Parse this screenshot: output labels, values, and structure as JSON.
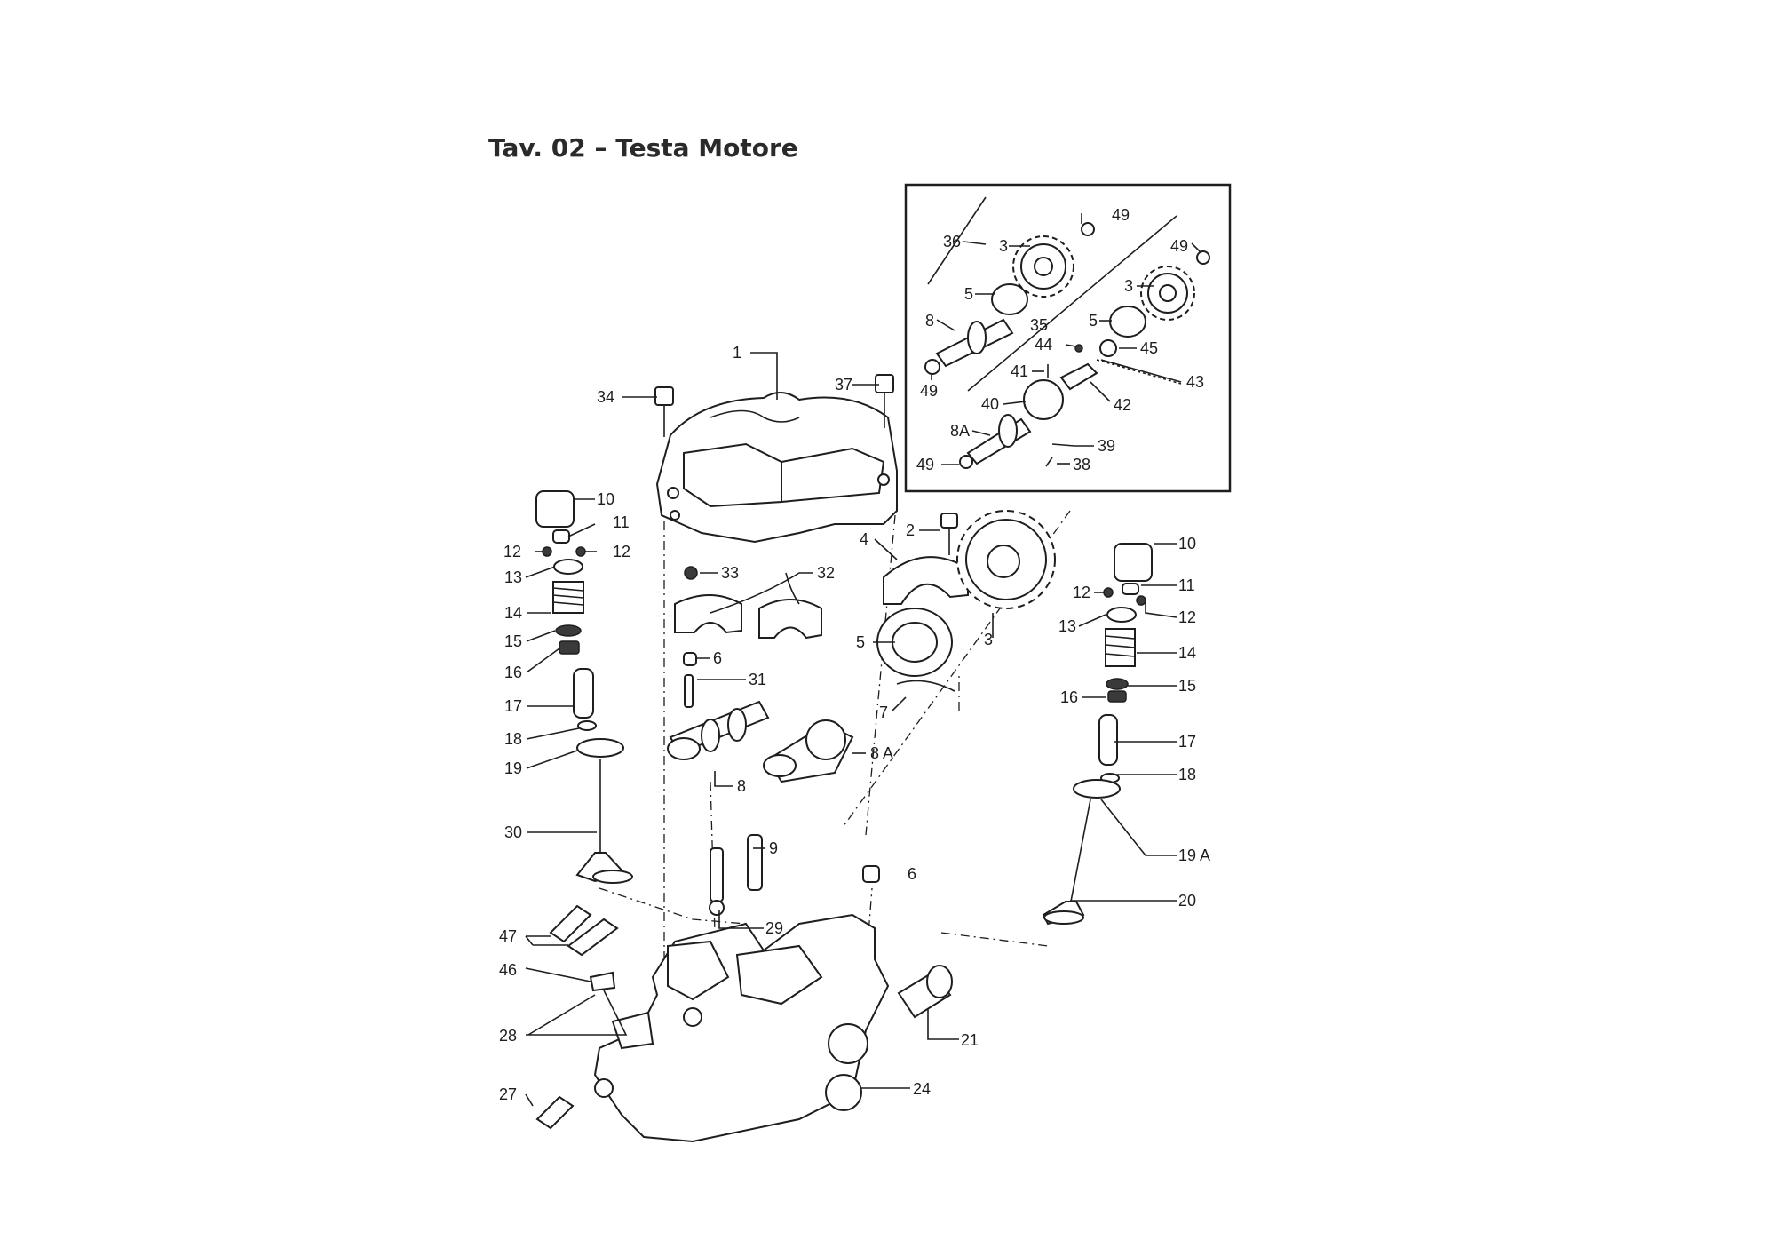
{
  "title": "Tav. 02 – Testa Motore",
  "labels": {
    "l1": "1",
    "l34": "34",
    "l37": "37",
    "l2": "2",
    "l4": "4",
    "l3": "3",
    "l5": "5",
    "l7": "7",
    "l8a": "8 A",
    "l8": "8",
    "l31": "31",
    "l6a": "6",
    "l6b": "6",
    "l32": "32",
    "l33": "33",
    "l9": "9",
    "l29": "29",
    "lv10": "10",
    "lv11": "11",
    "lv12a": "12",
    "lv12b": "12",
    "lv13": "13",
    "lv14": "14",
    "lv15": "15",
    "lv16": "16",
    "lv17": "17",
    "lv18": "18",
    "lv19": "19",
    "lv30": "30",
    "rv10": "10",
    "rv11": "11",
    "rv12a": "12",
    "rv12b": "12",
    "rv13": "13",
    "rv14": "14",
    "rv15": "15",
    "rv16": "16",
    "rv17": "17",
    "rv18": "18",
    "rv19a": "19 A",
    "rv20": "20",
    "l47": "47",
    "l46": "46",
    "l28": "28",
    "l27": "27",
    "l21": "21",
    "l24": "24",
    "i36": "36",
    "i3a": "3",
    "i49a": "49",
    "i49b": "49",
    "i3b": "3",
    "i5a": "5",
    "i5b": "5",
    "i8": "8",
    "i35": "35",
    "i45": "45",
    "i44": "44",
    "i43": "43",
    "i41": "41",
    "i49c": "49",
    "i40": "40",
    "i42": "42",
    "i8a": "8A",
    "i39": "39",
    "i49d": "49",
    "i38": "38"
  }
}
